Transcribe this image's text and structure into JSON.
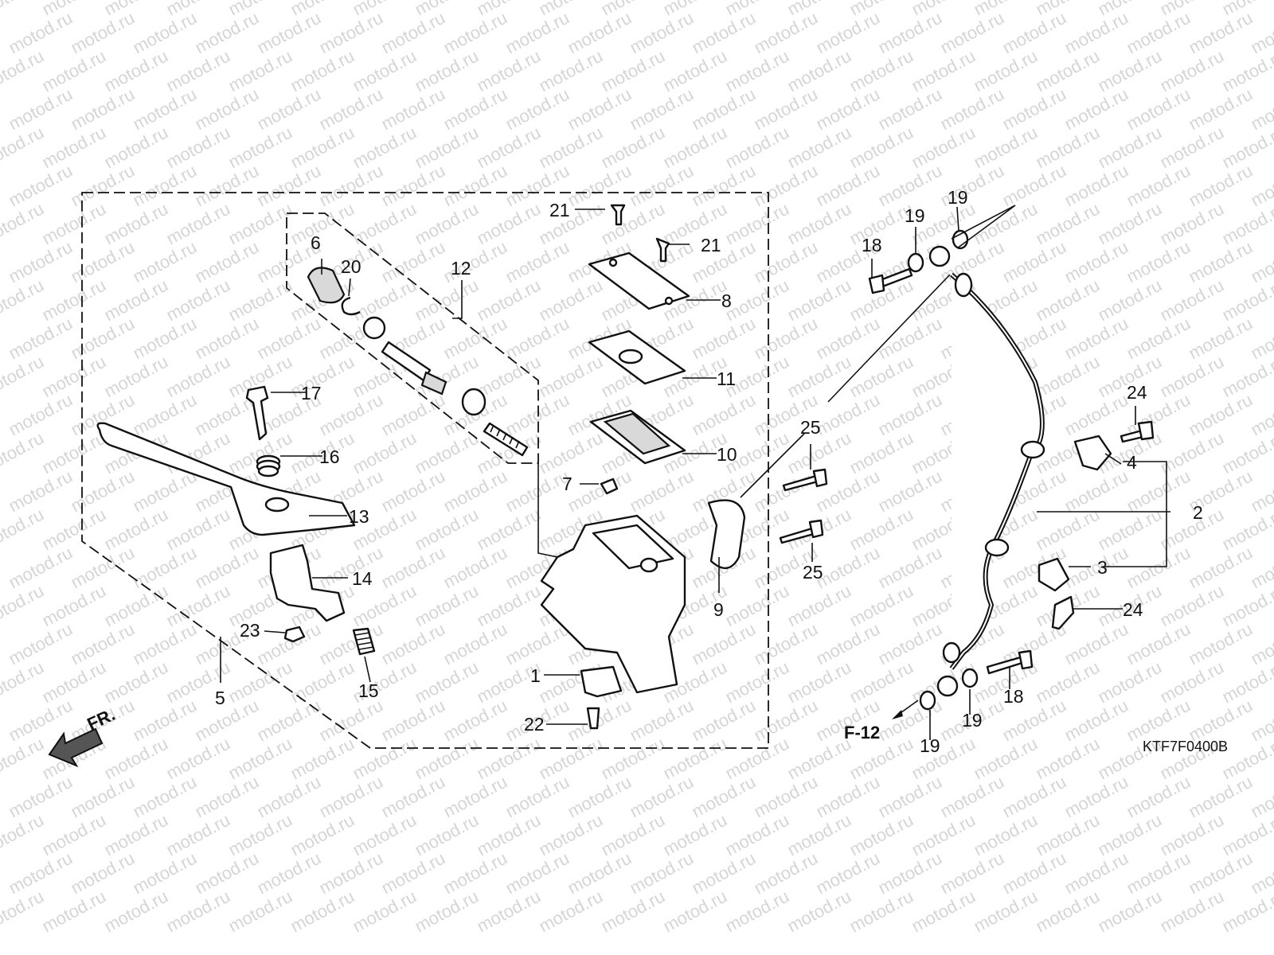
{
  "watermark": "motod.ru",
  "callouts": {
    "c1": "1",
    "c2": "2",
    "c3": "3",
    "c4": "4",
    "c5": "5",
    "c6": "6",
    "c7": "7",
    "c8": "8",
    "c9": "9",
    "c10": "10",
    "c11": "11",
    "c12": "12",
    "c13": "13",
    "c14": "14",
    "c15": "15",
    "c16": "16",
    "c17": "17",
    "c18a": "18",
    "c18b": "18",
    "c19a": "19",
    "c19b": "19",
    "c19c": "19",
    "c19d": "19",
    "c20": "20",
    "c21a": "21",
    "c21b": "21",
    "c22": "22",
    "c23": "23",
    "c24a": "24",
    "c24b": "24",
    "c25a": "25",
    "c25b": "25"
  },
  "direction_label": "FR.",
  "reference_label": "F-12",
  "diagram_code": "KTF7F0400B",
  "colors": {
    "line": "#111111",
    "watermark": "#b4b4b4",
    "background": "#ffffff"
  }
}
